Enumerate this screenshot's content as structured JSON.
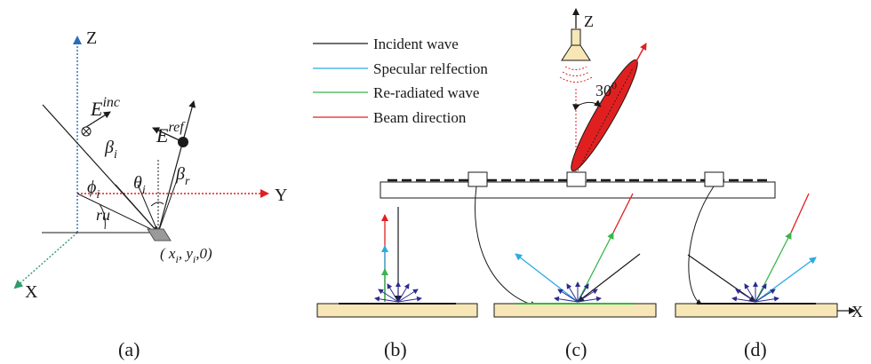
{
  "panel_a": {
    "axis_z": "Z",
    "axis_y": "Y",
    "axis_x": "X",
    "e_inc": "E",
    "e_inc_sup": "inc",
    "e_ref": "E",
    "e_ref_sup": "ref",
    "beta_i": "β",
    "beta_i_sub": "i",
    "beta_r": "β",
    "beta_r_sub": "r",
    "phi_i": "ϕ",
    "phi_i_sub": "i",
    "theta_i": "θ",
    "theta_i_sub": "i",
    "ru": "ru",
    "point": "( x",
    "point_sub1": "i",
    "point_mid": ", y",
    "point_sub2": "i",
    "point_end": ",0)",
    "caption": "(a)"
  },
  "legend": {
    "items": [
      {
        "label": "Incident wave",
        "color": "#1a1a1a"
      },
      {
        "label": "Specular relfection",
        "color": "#29abe2"
      },
      {
        "label": "Re-radiated wave",
        "color": "#39b54a"
      },
      {
        "label": "Beam direction",
        "color": "#e02020"
      }
    ]
  },
  "panel_top": {
    "axis_z": "Z",
    "angle": "30",
    "angle_sup": "0"
  },
  "panels": {
    "axis_x": "X",
    "caption_b": "(b)",
    "caption_c": "(c)",
    "caption_d": "(d)"
  },
  "colors": {
    "blue_axis": "#2a6db8",
    "red_axis": "#e02020",
    "green_axis": "#2e9b6a",
    "slab": "#f7e7b6",
    "arrows": "#2b2b8f"
  }
}
